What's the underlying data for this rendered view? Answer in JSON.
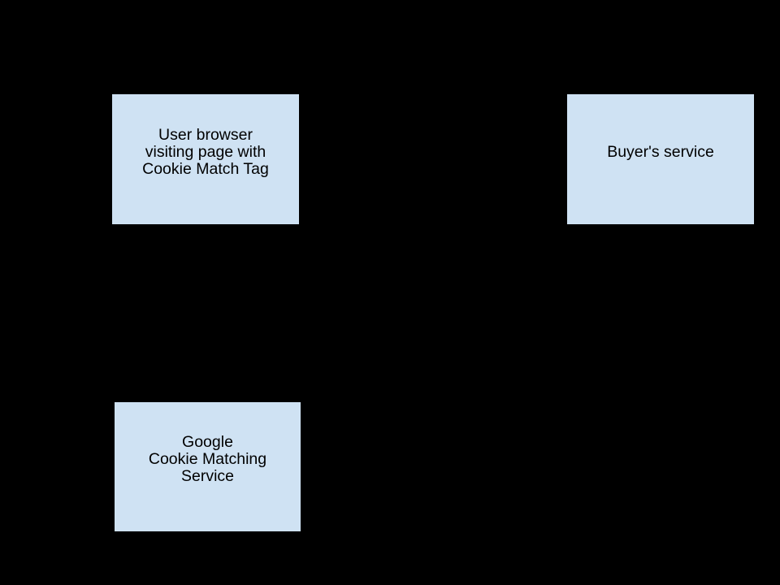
{
  "colors": {
    "background": "#000000",
    "node_fill": "#cfe2f3",
    "node_border": "#000000",
    "node_text": "#000000"
  },
  "nodes": [
    {
      "id": "user-browser",
      "lines": [
        "User browser",
        "visiting page with",
        "Cookie Match Tag"
      ]
    },
    {
      "id": "buyers-service",
      "lines": [
        "Buyer's service"
      ]
    },
    {
      "id": "google-cookie-matching-service",
      "lines": [
        "Google",
        "Cookie Matching",
        "Service"
      ]
    }
  ]
}
